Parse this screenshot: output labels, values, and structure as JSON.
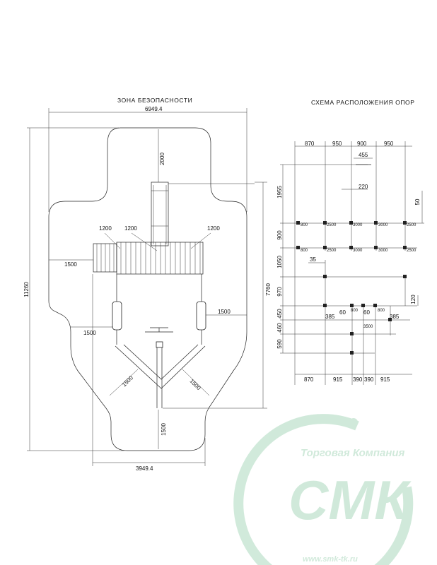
{
  "left": {
    "title": "ЗОНА БЕЗОПАСНОСТИ",
    "dims": {
      "top_width": "6949.4",
      "total_height": "11260",
      "top_gap": "2000",
      "deck1": "1200",
      "deck2": "1200",
      "deck3": "1200",
      "left_side": "1500",
      "right_side": "1500",
      "left_low": "1500",
      "diag_left": "1500",
      "diag_right": "1500",
      "bottom_gap": "1500",
      "right_height": "7760",
      "bottom_width": "3949.4"
    }
  },
  "right": {
    "title": "СХЕМА РАСПОЛОЖЕНИЯ ОПОР",
    "top_cols": [
      "870",
      "950",
      "900",
      "950"
    ],
    "bottom_cols": [
      "870",
      "915",
      "390",
      "390",
      "915"
    ],
    "left_rows": [
      "1955",
      "900",
      "1050",
      "970",
      "450",
      "460",
      "590"
    ],
    "extras": {
      "d455": "455",
      "d220": "220",
      "d50": "50",
      "d35": "35",
      "d120": "120",
      "d385a": "385",
      "d385b": "385",
      "d60a": "60",
      "d60b": "60",
      "d800c": "800",
      "d800d": "800",
      "d3500": "3500"
    },
    "row1": [
      "800",
      "2500",
      "3000",
      "3000",
      "2500"
    ],
    "row2": [
      "800",
      "2500",
      "3000",
      "3000",
      "2500"
    ]
  },
  "watermark": {
    "company": "Торговая Компания",
    "brand": "СМК",
    "url": "www.smk-tk.ru",
    "color": "#2e9e5b"
  }
}
